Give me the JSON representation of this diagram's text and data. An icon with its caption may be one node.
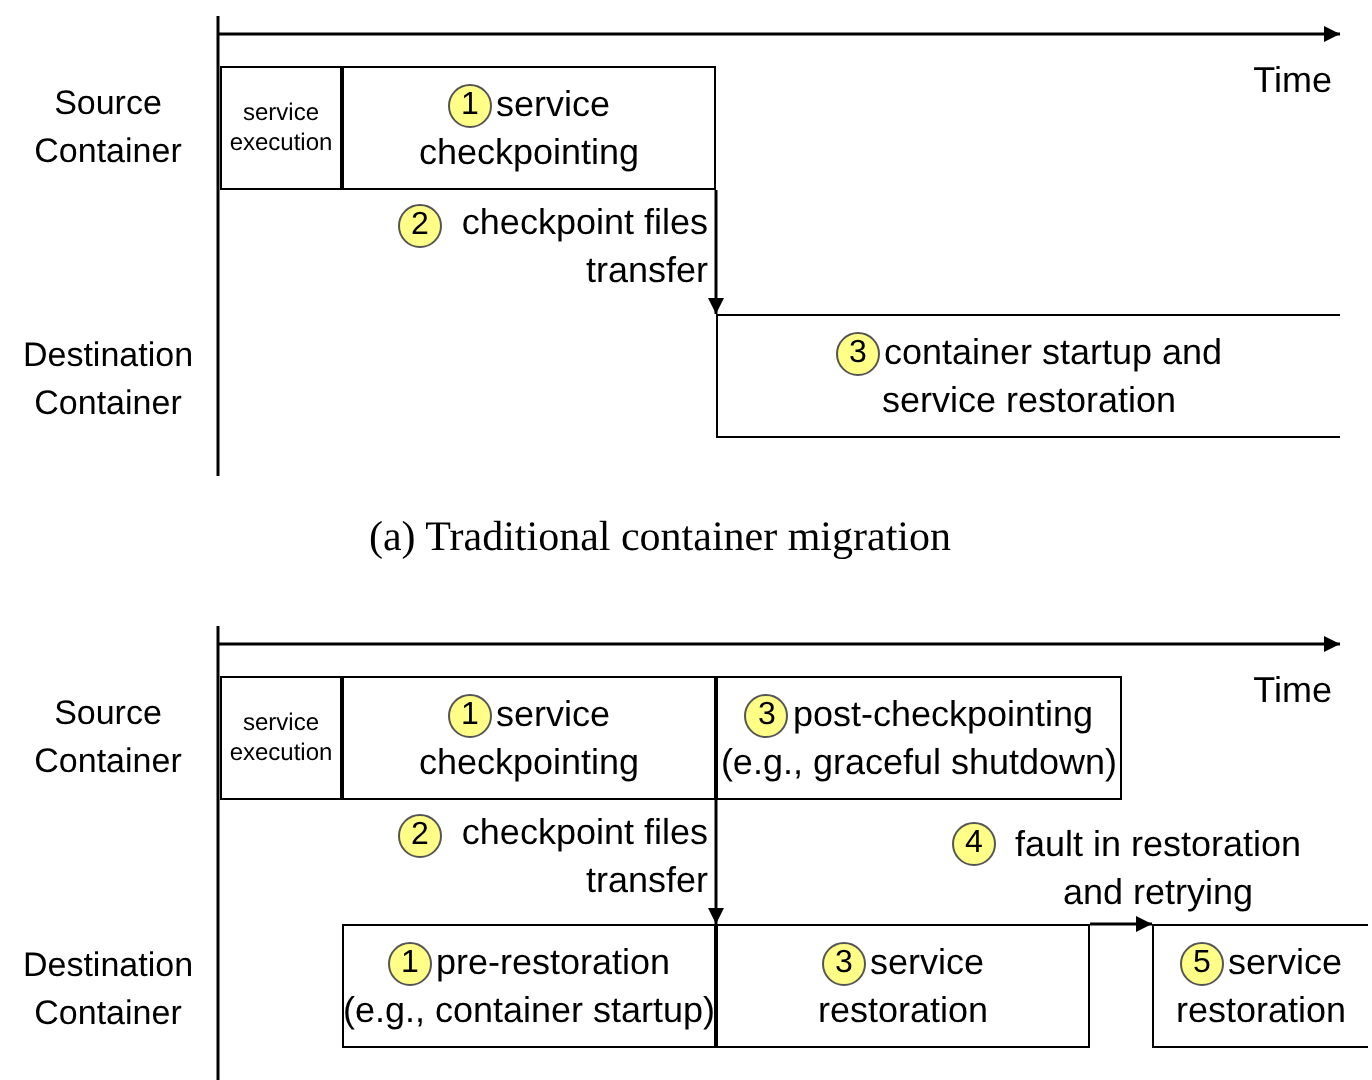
{
  "diagram": {
    "nodes": [
      {
        "text": [
          "service execution"
        ]
      },
      {
        "text": [
          "1",
          "service checkpointing"
        ]
      },
      {
        "text": [
          "3",
          "container startup and service restoration"
        ]
      },
      {
        "text": [
          "service execution"
        ]
      },
      {
        "text": [
          "1",
          "service checkpointing"
        ]
      },
      {
        "text": [
          "3",
          "post-checkpointing",
          "(e.g., graceful shutdown)"
        ]
      },
      {
        "text": [
          "1",
          "pre-restoration",
          "(e.g., container startup)"
        ]
      },
      {
        "text": [
          "3",
          "service restoration"
        ]
      },
      {
        "text": [
          "5",
          "service restoration"
        ]
      }
    ],
    "edges": [
      {
        "from": 1,
        "to": 2,
        "arrow": "to",
        "label": "checkpoint files transfer"
      },
      {
        "from": 4,
        "to": 7,
        "arrow": "to",
        "label": "checkpoint files transfer"
      },
      {
        "from": 7,
        "to": 8,
        "arrow": "to",
        "label": "fault in restoration and retrying"
      }
    ],
    "labels": [
      "Time",
      "Source Container",
      "Destination Container",
      "2",
      "(a) Traditional container migration",
      "Time",
      "Source Container",
      "Destination Container",
      "2",
      "4"
    ]
  }
}
